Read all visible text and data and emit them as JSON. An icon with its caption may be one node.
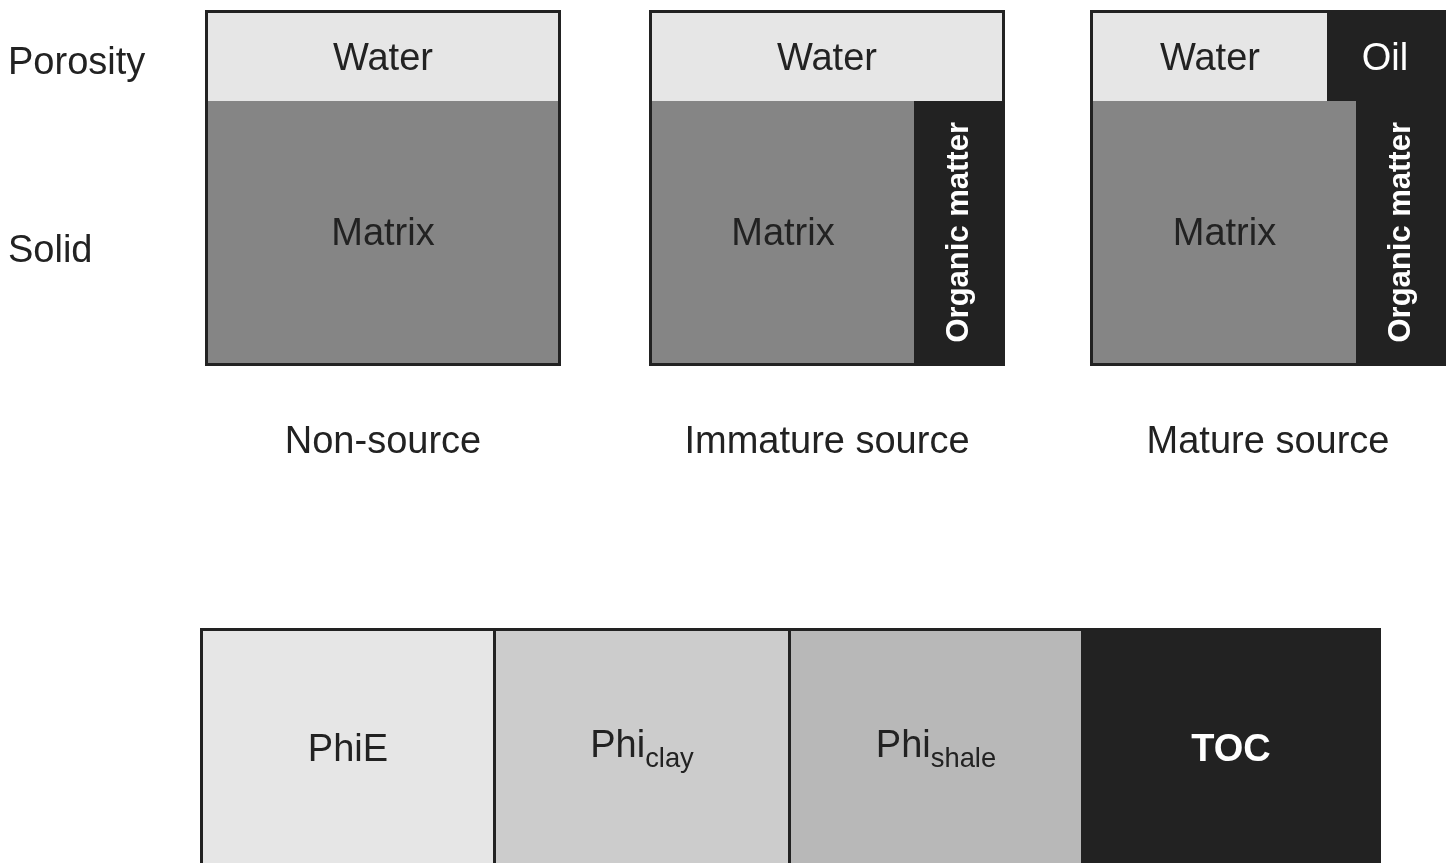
{
  "diagram": {
    "nodes": [
      {
        "text": [],
        "shape": "box",
        "beside": [
          "Non-source"
        ]
      },
      {
        "text": [
          "Water"
        ],
        "in": 0
      },
      {
        "text": [
          "Matrix"
        ],
        "in": 0
      },
      {
        "text": [],
        "shape": "box",
        "beside": [
          "Immature source"
        ]
      },
      {
        "text": [
          "Water"
        ],
        "in": 3
      },
      {
        "text": [
          "Matrix"
        ],
        "in": 3
      },
      {
        "text": [
          "Organic matter"
        ],
        "in": 3
      },
      {
        "text": [],
        "shape": "box",
        "beside": [
          "Mature source"
        ]
      },
      {
        "text": [
          "Water"
        ],
        "in": 7
      },
      {
        "text": [
          "Oil"
        ],
        "in": 7
      },
      {
        "text": [
          "Matrix"
        ],
        "in": 7
      },
      {
        "text": [
          "Organic matter"
        ],
        "in": 7
      },
      {
        "text": [
          "PhiE"
        ]
      },
      {
        "text": [
          "Phi$_{clay}$"
        ]
      },
      {
        "text": [
          "Phi$_{shale}$"
        ]
      },
      {
        "text": [
          "TOC"
        ]
      }
    ],
    "labels": [
      "Porosity",
      "Solid"
    ]
  }
}
